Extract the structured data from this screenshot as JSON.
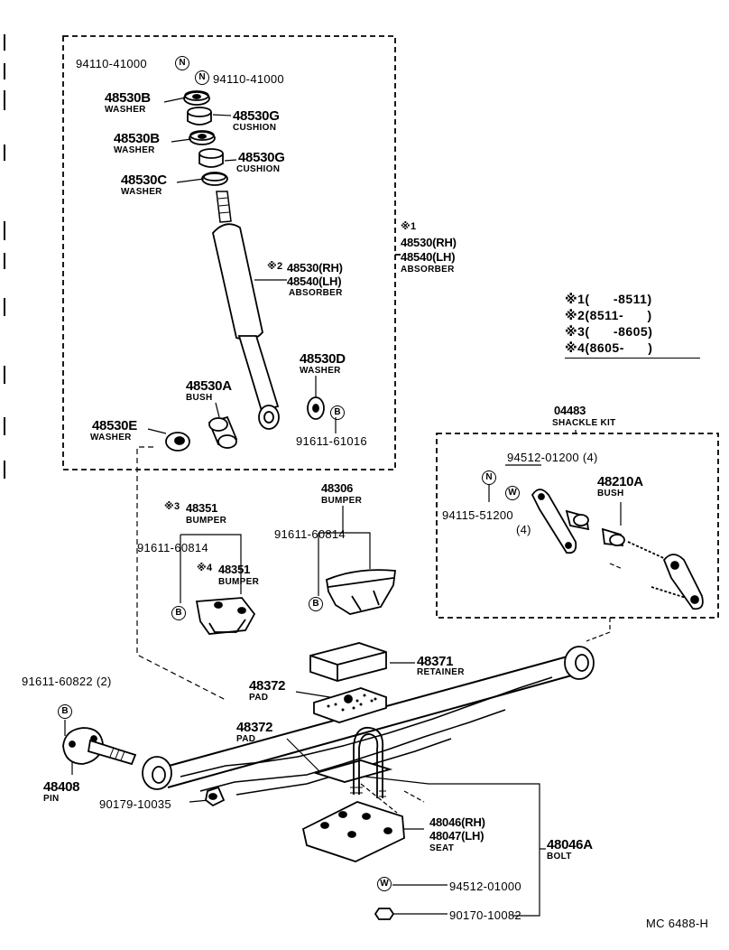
{
  "labels": {
    "p94110a": "94110-41000",
    "p94110b": "94110-41000",
    "w1_no": "48530B",
    "w1_nm": "WASHER",
    "c1_no": "48530G",
    "c1_nm": "CUSHION",
    "w2_no": "48530B",
    "w2_nm": "WASHER",
    "c2_no": "48530G",
    "c2_nm": "CUSHION",
    "w3_no": "48530C",
    "w3_nm": "WASHER",
    "abs1_mark": "※1",
    "abs1_rh": "48530(RH)",
    "abs1_lh": "48540(LH)",
    "abs1_nm": "ABSORBER",
    "abs2_mark": "※2",
    "abs2_rh": "48530(RH)",
    "abs2_lh": "48540(LH)",
    "abs2_nm": "ABSORBER",
    "wd_no": "48530D",
    "wd_nm": "WASHER",
    "bush_no": "48530A",
    "bush_nm": "BUSH",
    "we_no": "48530E",
    "we_nm": "WASHER",
    "bolt91611a": "91611-61016",
    "bumper3_mark": "※3",
    "bumper3_no": "48351",
    "bumper3_nm": "BUMPER",
    "b91611b": "91611-60814",
    "bumper4_mark": "※4",
    "bumper4_no": "48351",
    "bumper4_nm": "BUMPER",
    "bumper306_no": "48306",
    "bumper306_nm": "BUMPER",
    "b91611c": "91611-60814",
    "shackle_no": "04483",
    "shackle_nm": "SHACKLE KIT",
    "p94512a": "94512-01200 (4)",
    "p94115": "94115-51200",
    "p94115_qty": "(4)",
    "bush210_no": "48210A",
    "bush210_nm": "BUSH",
    "ret_no": "48371",
    "ret_nm": "RETAINER",
    "pad1_no": "48372",
    "pad1_nm": "PAD",
    "pad2_no": "48372",
    "pad2_nm": "PAD",
    "b91611d": "91611-60822 (2)",
    "pin_no": "48408",
    "pin_nm": "PIN",
    "p90179": "90179-10035",
    "seat_rh": "48046(RH)",
    "seat_lh": "48047(LH)",
    "seat_nm": "SEAT",
    "ubolt_no": "48046A",
    "ubolt_nm": "BOLT",
    "p94512b": "94512-01000",
    "p90170": "90170-10082",
    "code": "MC 6488-H"
  },
  "notes": [
    {
      "mark": "※1",
      "text": "(      -8511)"
    },
    {
      "mark": "※2",
      "text": "(8511-      )"
    },
    {
      "mark": "※3",
      "text": "(      -8605)"
    },
    {
      "mark": "※4",
      "text": "(8605-      )"
    }
  ],
  "symbols": {
    "N": "N",
    "W": "W",
    "B": "B"
  }
}
